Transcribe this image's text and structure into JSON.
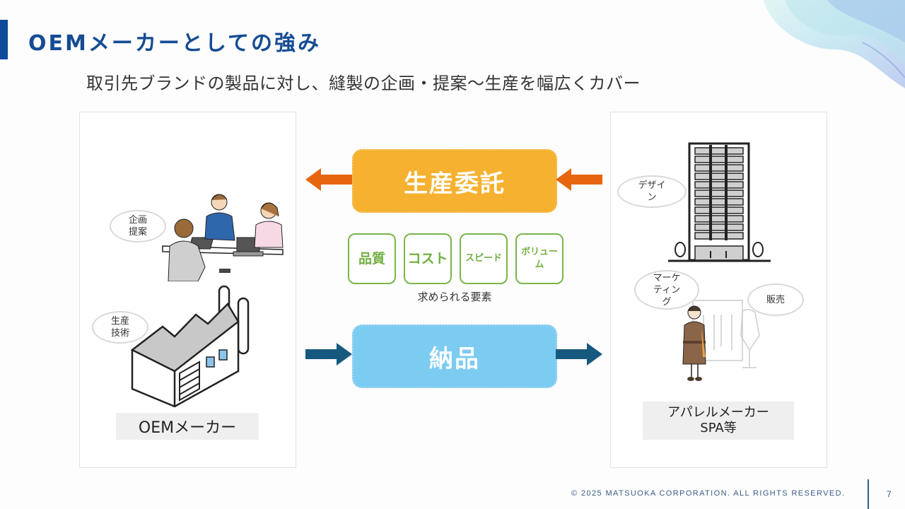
{
  "header": {
    "title": "OEMメーカーとしての強み",
    "subtitle": "取引先ブランドの製品に対し、縫製の企画・提案〜生産を幅広くカバー"
  },
  "left_panel": {
    "label": "OEMメーカー",
    "bubbles": [
      "企画\n提案",
      "生産\n技術"
    ],
    "bubble_lines": [
      [
        "企画",
        "提案"
      ],
      [
        "生産",
        "技術"
      ]
    ]
  },
  "right_panel": {
    "label_line1": "アパレルメーカー",
    "label_line2": "SPA等",
    "bubble_lines": [
      [
        "デザイ",
        "ン"
      ],
      [
        "マーケ",
        "ティン",
        "グ"
      ],
      [
        "販売"
      ]
    ]
  },
  "center": {
    "order_box": "生産委託",
    "delivery_box": "納品",
    "factors": [
      {
        "label": "品質"
      },
      {
        "label": "コスト"
      },
      {
        "label": "スピード"
      },
      {
        "label_line1": "ボリュー",
        "label_line2": "ム"
      }
    ],
    "factors_caption": "求められる要素"
  },
  "colors": {
    "title": "#154c93",
    "order_box": "#f5b12f",
    "order_arrow": "#e8650f",
    "delivery_box": "#7ccbf1",
    "delivery_arrow": "#17597e",
    "factor_green": "#72b043"
  },
  "footer": {
    "copyright": "© 2025 MATSUOKA CORPORATION. ALL RIGHTS RESERVED.",
    "page_number": "7"
  }
}
